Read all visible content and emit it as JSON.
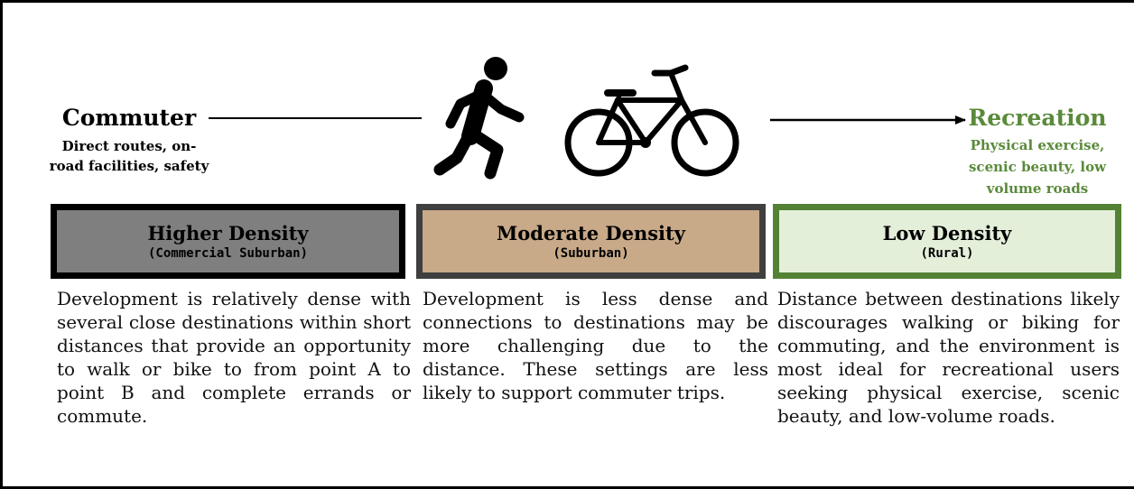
{
  "left_end": {
    "title": "Commuter",
    "subtitle_line1": "Direct routes, on-",
    "subtitle_line2": "road facilities, safety"
  },
  "right_end": {
    "title": "Recreation",
    "subtitle_line1": "Physical exercise,",
    "subtitle_line2": "scenic beauty, low",
    "subtitle_line3": "volume roads",
    "color": "#5a8a3a"
  },
  "icons": [
    "walking-person-icon",
    "bicycle-icon"
  ],
  "boxes": [
    {
      "title": "Higher Density",
      "subtitle": "(Commercial Suburban)",
      "fill": "#7f7f7f",
      "border": "#000000",
      "description": "Development is relatively dense with several close destinations within short distances that provide an opportunity to walk or bike to from point A to point B and complete errands or commute."
    },
    {
      "title": "Moderate Density",
      "subtitle": "(Suburban)",
      "fill": "#c8a988",
      "border": "#3f3f3f",
      "description": "Development is less dense and connections to destinations may be more challenging due to the distance. These settings are less likely to support commuter trips."
    },
    {
      "title": "Low Density",
      "subtitle": "(Rural)",
      "fill": "#e3efd9",
      "border": "#548235",
      "description": "Distance between destinations likely discourages walking or biking for commuting, and the environment is most ideal for recreational users seeking physical exercise, scenic beauty, and low-volume roads."
    }
  ]
}
